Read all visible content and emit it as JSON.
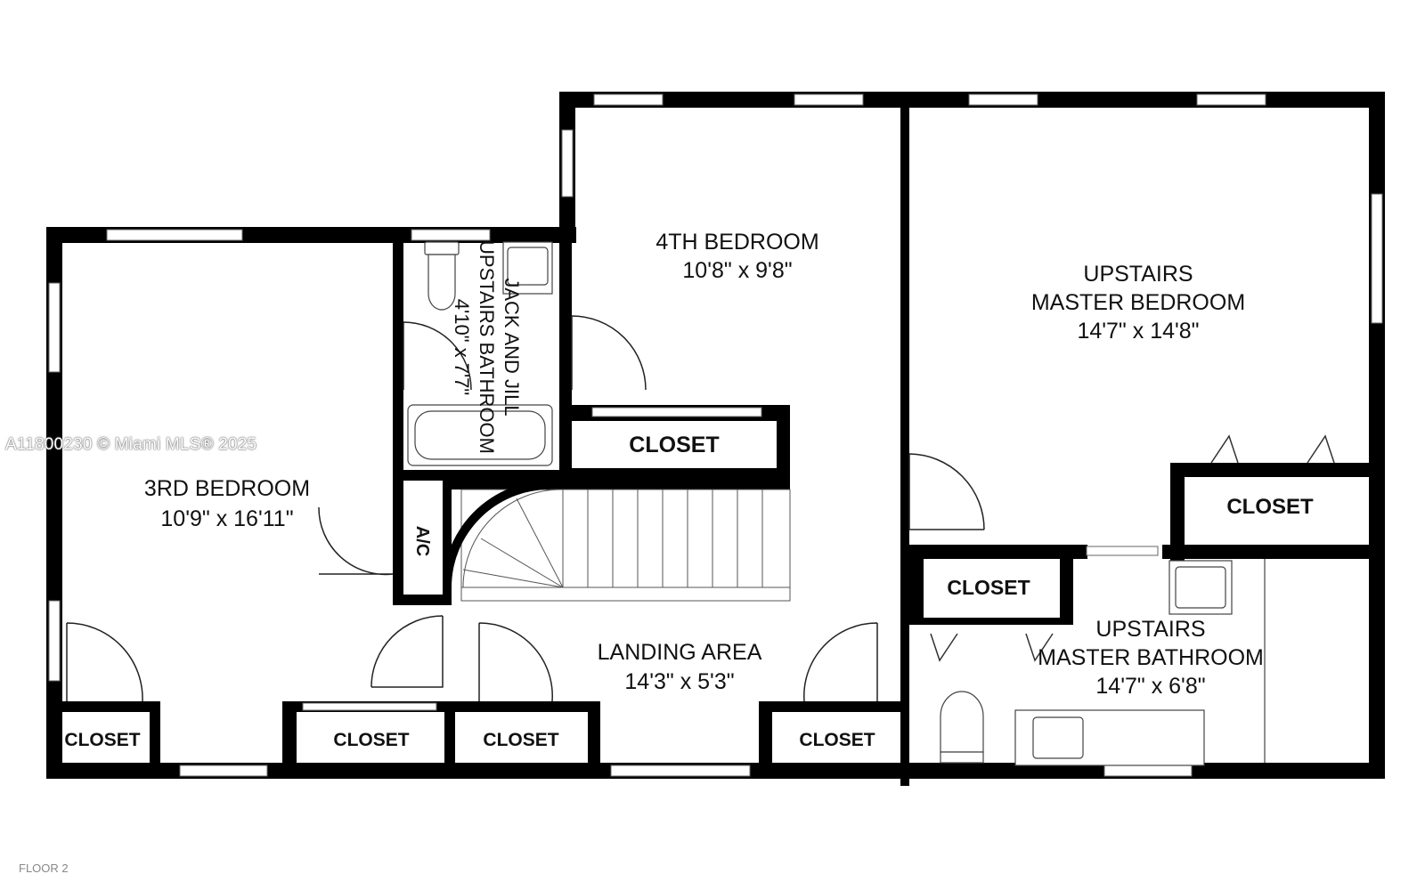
{
  "watermark": "A11800230 © Miami MLS® 2025",
  "floor_label": "FLOOR 2",
  "rooms": {
    "bedroom3": {
      "name": "3RD BEDROOM",
      "size": "10'9\" x 16'11\""
    },
    "bedroom4": {
      "name": "4TH BEDROOM",
      "size": "10'8\" x 9'8\""
    },
    "master_bedroom": {
      "name_line1": "UPSTAIRS",
      "name_line2": "MASTER BEDROOM",
      "size": "14'7\" x 14'8\""
    },
    "jack_jill": {
      "name_line1": "JACK AND JILL",
      "name_line2": "UPSTAIRS BATHROOM",
      "size": "4'10\" x 7'7\""
    },
    "landing": {
      "name": "LANDING AREA",
      "size": "14'3\" x 5'3\""
    },
    "master_bath": {
      "name_line1": "UPSTAIRS",
      "name_line2": "MASTER BATHROOM",
      "size": "14'7\" x 6'8\""
    },
    "ac": {
      "name": "A/C"
    }
  },
  "closets": {
    "bedroom4_closet": "CLOSET",
    "master_closet": "CLOSET",
    "master_bath_closet": "CLOSET",
    "bedroom3_closet": "CLOSET",
    "hall_closet_1": "CLOSET",
    "hall_closet_2": "CLOSET",
    "landing_closet": "CLOSET"
  }
}
